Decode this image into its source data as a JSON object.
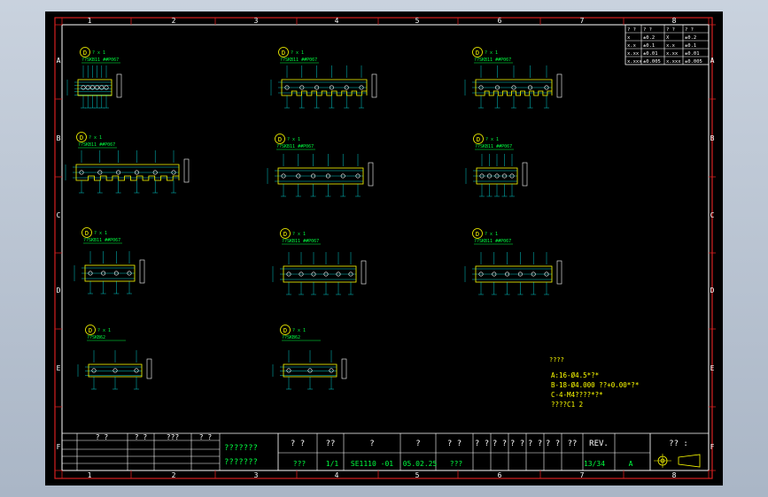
{
  "colors": {
    "background": "#c7d0dc",
    "sheet": "#000000",
    "border_red": "#d62020",
    "frame_white": "#ffffff",
    "line_yellow": "#ffff00",
    "text_green": "#00ff40",
    "dim_cyan": "#00ffff",
    "text_white": "#ffffff"
  },
  "border": {
    "col_labels": [
      "1",
      "2",
      "3",
      "4",
      "5",
      "6",
      "7",
      "8"
    ],
    "row_labels": [
      "A",
      "B",
      "C",
      "D",
      "E",
      "F"
    ]
  },
  "tolerance_table": {
    "rows": [
      [
        "? ?",
        "? ?",
        "? ?",
        "? ?"
      ],
      [
        "x",
        "±0.2",
        "X",
        "±0.2"
      ],
      [
        "x.x",
        "±0.1",
        "x.x",
        "±0.1"
      ],
      [
        "x.xx",
        "±0.01",
        "x.xx",
        "±0.01"
      ],
      [
        "x.xxx",
        "±0.005",
        "x.xxx",
        "±0.005"
      ]
    ]
  },
  "views": [
    {
      "marker": "D",
      "scale": "? x 1",
      "tag": "??SKB11 ##P067"
    },
    {
      "marker": "D",
      "scale": "? x 1",
      "tag": "??SKB11 ##P067"
    },
    {
      "marker": "D",
      "scale": "? x 1",
      "tag": "??SKB11 ##P067"
    },
    {
      "marker": "D",
      "scale": "? x 1",
      "tag": "??SKB11 ##P067"
    },
    {
      "marker": "D",
      "scale": "? x 1",
      "tag": "??SKB11 ##P067"
    },
    {
      "marker": "D",
      "scale": "? x 1",
      "tag": "??SKB11 ##P067"
    },
    {
      "marker": "D",
      "scale": "? x 1",
      "tag": "??SKB11 ##P067"
    },
    {
      "marker": "D",
      "scale": "? x 1",
      "tag": "??SKB11 ##P067"
    },
    {
      "marker": "D",
      "scale": "? x 1",
      "tag": "??SKB11 ##P067"
    },
    {
      "marker": "D",
      "scale": "? x 1",
      "tag": "??SKB62"
    },
    {
      "marker": "D",
      "scale": "? x 1",
      "tag": "??SKB62"
    }
  ],
  "notes": {
    "title": "????",
    "lines": [
      "A:16-Ø4.5*?*",
      "B-18-Ø4.000  ??+0.00*?*",
      "C-4-M4????*?*",
      "????C1 2"
    ]
  },
  "title_block": {
    "head_left": [
      "?  ?",
      "? ?",
      "???",
      "? ?"
    ],
    "left_block_text": [
      "???????",
      "???????"
    ],
    "head_row": [
      "? ?",
      "??",
      "?",
      "?",
      "? ?",
      "? ?",
      "? ?",
      "? ?",
      "? ?",
      "? ?",
      "??",
      "REV."
    ],
    "value_row": [
      "???",
      "1/1",
      "SE1110 -01",
      "05.02.25",
      "???",
      "13/34",
      "A"
    ],
    "right_title": "?? :"
  }
}
